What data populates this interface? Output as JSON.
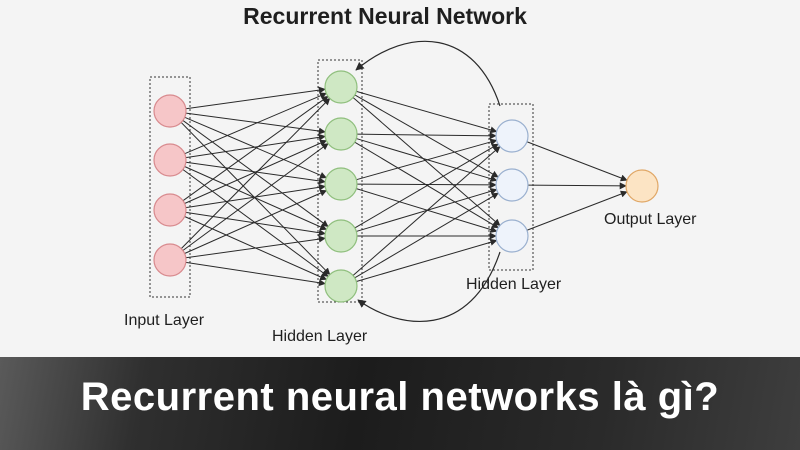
{
  "diagram": {
    "title": "Recurrent Neural Network",
    "labels": {
      "input": "Input Layer",
      "hidden1": "Hidden Layer",
      "hidden2": "Hidden Layer",
      "output": "Output Layer"
    },
    "layers": [
      {
        "key": "input",
        "nodes": 4,
        "fill": "#f6c6c8",
        "stroke": "#d88a8e"
      },
      {
        "key": "hidden1",
        "nodes": 5,
        "fill": "#cfe8c4",
        "stroke": "#8fbf7d"
      },
      {
        "key": "hidden2",
        "nodes": 3,
        "fill": "#eef3fb",
        "stroke": "#9ab0cf"
      },
      {
        "key": "output",
        "nodes": 1,
        "fill": "#fce4c4",
        "stroke": "#e0a766"
      }
    ]
  },
  "banner": {
    "text": "Recurrent neural networks là gì?"
  }
}
